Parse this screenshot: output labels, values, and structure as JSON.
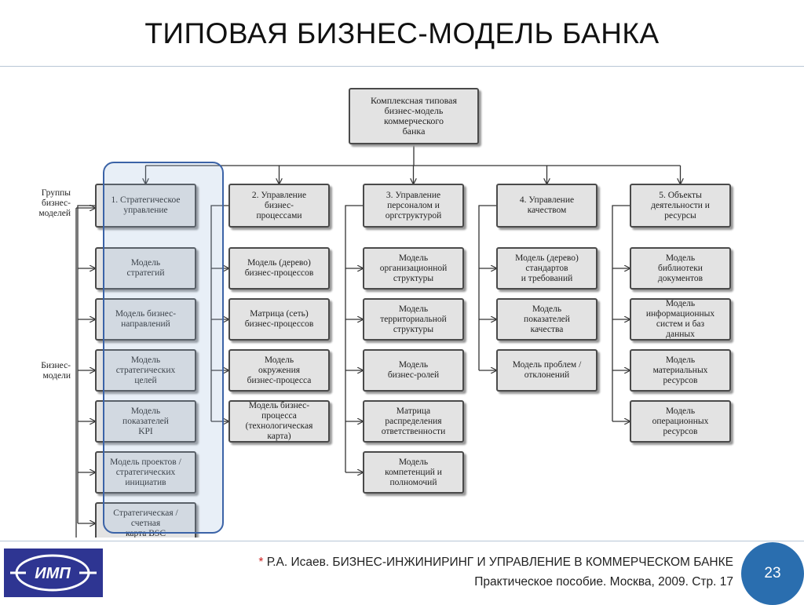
{
  "slide": {
    "title": "ТИПОВАЯ БИЗНЕС-МОДЕЛЬ БАНКА",
    "page_number": "23"
  },
  "diagram": {
    "root": "Комплексная типовая\nбизнес-модель\nкоммерческого\nбанка",
    "side_labels": [
      "Группы\nбизнес-\nмоделей",
      "Бизнес-\nмодели"
    ],
    "groups": [
      {
        "title": "1. Стратегическое\nуправление",
        "items": [
          "Модель\nстратегий",
          "Модель бизнес-\nнаправлений",
          "Модель\nстратегических\nцелей",
          "Модель\nпоказателей\nKPI",
          "Модель проектов /\nстратегических\nинициатив",
          "Стратегическая /\nсчетная\nкарта BSC"
        ]
      },
      {
        "title": "2. Управление\nбизнес-\nпроцессами",
        "items": [
          "Модель (дерево)\nбизнес-процессов",
          "Матрица (сеть)\nбизнес-процессов",
          "Модель\nокружения\nбизнес-процесса",
          "Модель бизнес-\nпроцесса\n(технологическая\nкарта)"
        ]
      },
      {
        "title": "3. Управление\nперсоналом и\nоргструктурой",
        "items": [
          "Модель\nорганизационной\nструктуры",
          "Модель\nтерриториальной\nструктуры",
          "Модель\nбизнес-ролей",
          "Матрица\nраспределения\nответственности",
          "Модель\nкомпетенций и\nполномочий"
        ]
      },
      {
        "title": "4. Управление\nкачеством",
        "items": [
          "Модель (дерево)\nстандартов\nи требований",
          "Модель\nпоказателей\nкачества",
          "Модель проблем /\nотклонений"
        ]
      },
      {
        "title": "5. Объекты\nдеятельности и\nресурсы",
        "items": [
          "Модель\nбиблиотеки\nдокументов",
          "Модель\nинформационных\nсистем и баз\nданных",
          "Модель\nматериальных\nресурсов",
          "Модель\nоперационных\nресурсов"
        ]
      }
    ]
  },
  "footer": {
    "citation_star": "*",
    "citation_line_1": "Р.А. Исаев. БИЗНЕС-ИНЖИНИРИНГ И УПРАВЛЕНИЕ В КОММЕРЧЕСКОМ БАНКЕ",
    "citation_line_2": "Практическое пособие. Москва, 2009. Стр. 17",
    "logo_text": "ИМП",
    "colors": {
      "logo_bg": "#2e3592",
      "badge_bg": "#2a6eaf",
      "highlight_border": "#3b63a7",
      "accent_star": "#cc1f1f"
    }
  }
}
